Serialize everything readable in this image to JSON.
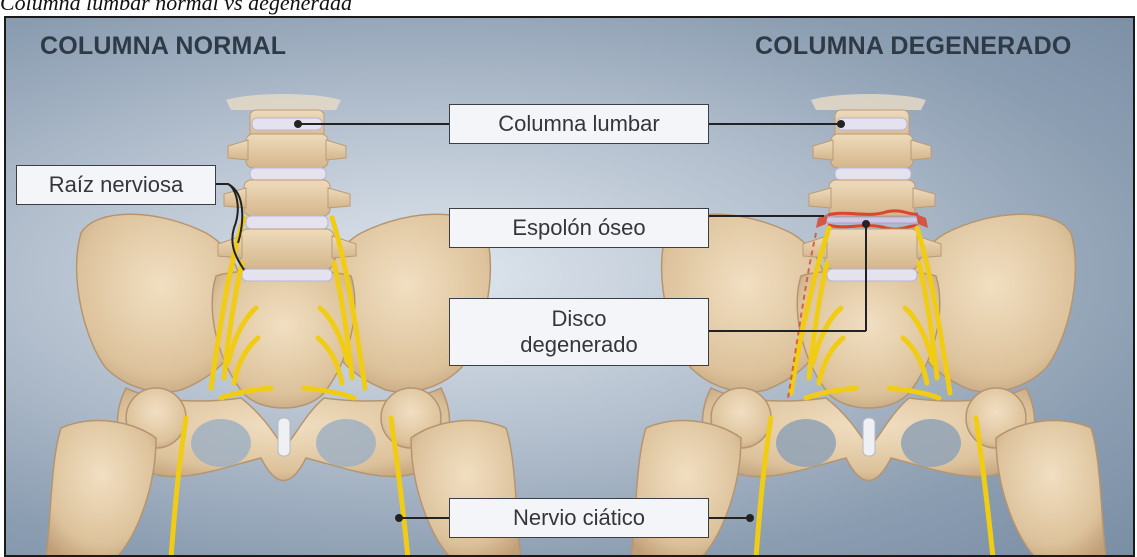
{
  "caption": "Columna lumbar normal vs degenerada",
  "headings": {
    "left": "COLUMNA NORMAL",
    "right": "COLUMNA DEGENERADO"
  },
  "labels": {
    "columna_lumbar": "Columna lumbar",
    "raiz_nerviosa": "Raíz nerviosa",
    "espolon_oseo": "Espolón óseo",
    "disco_degenerado_line1": "Disco",
    "disco_degenerado_line2": "degenerado",
    "nervio_ciatico": "Nervio ciático"
  },
  "colors": {
    "bone": "#e9d3b0",
    "bone_shadow": "#c9a77e",
    "nerve": "#f2d21b",
    "disc": "#c9c3e0",
    "inflamed": "#d8472e"
  }
}
